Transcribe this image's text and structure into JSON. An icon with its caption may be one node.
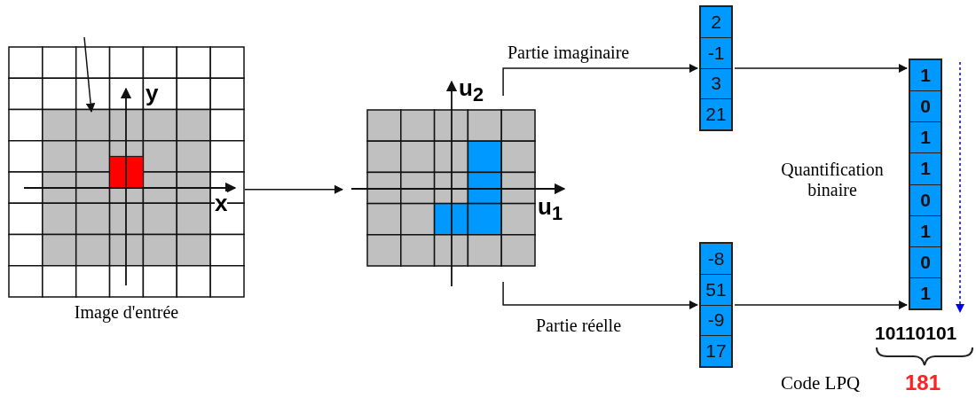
{
  "diagram": {
    "nodes": [
      {
        "text": [],
        "shape": "picture",
        "beside": [
          "Image d'entrée"
        ]
      },
      {
        "text": [],
        "shape": "picture"
      },
      {
        "text": [
          "2",
          "-1",
          "3",
          "21"
        ]
      },
      {
        "text": [
          "-8",
          "51",
          "-9",
          "17"
        ]
      },
      {
        "text": [
          "1",
          "0",
          "1",
          "1",
          "0",
          "1",
          "0",
          "1"
        ]
      }
    ],
    "edges": [
      {
        "from": null,
        "to": 0,
        "arrow": "to"
      },
      {
        "from": 0,
        "to": 1,
        "arrow": "to"
      },
      {
        "from": 1,
        "to": 2,
        "arrow": "to",
        "label": "Partie imaginaire"
      },
      {
        "from": 1,
        "to": 3,
        "arrow": "to",
        "label": "Partie réelle"
      },
      {
        "from": 2,
        "to": 4,
        "arrow": "to"
      },
      {
        "from": 3,
        "to": 4,
        "arrow": "to"
      }
    ],
    "labels": [
      "y",
      "x",
      "u$_{2}$",
      "u$_{1}$",
      "Quantification binaire",
      "10110101",
      "Code LPQ",
      "181"
    ]
  }
}
